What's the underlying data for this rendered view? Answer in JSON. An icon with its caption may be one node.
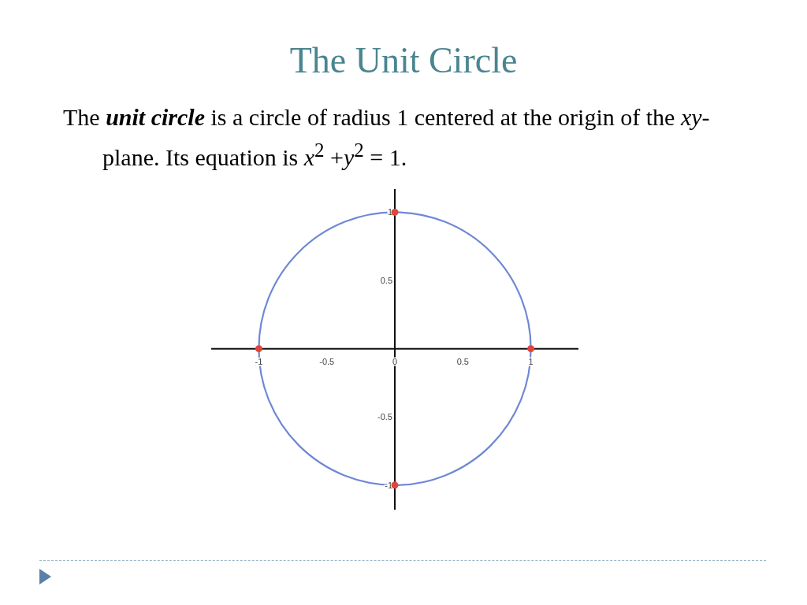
{
  "diagram": {
    "title": "The Unit Circle",
    "labels": [
      "The **unit circle** is a circle of radius 1 centered at the origin of the *xy*-plane. Its equation is *x*$^{2}$ +*y*$^{2}$ = 1."
    ],
    "chart_data": {
      "type": "scatter",
      "x": [
        0,
        -1,
        1,
        0
      ],
      "xlim": [
        -1.35,
        1.35
      ],
      "ylim": [
        -1.18,
        1.17
      ],
      "xticks": [
        -1,
        -0.5,
        0,
        0.5,
        1
      ],
      "yticks": [
        1,
        0.5,
        -0.5,
        -1
      ],
      "series": [
        {
          "color": "#e0453a",
          "values": [
            1,
            0,
            0,
            -1
          ]
        }
      ]
    }
  }
}
